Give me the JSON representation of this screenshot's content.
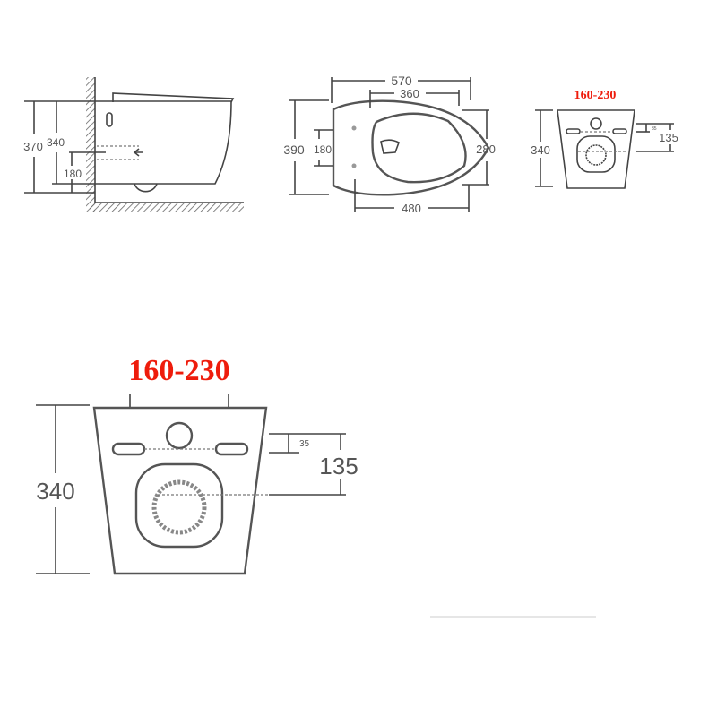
{
  "side_view": {
    "overall_height": "370",
    "bowl_height": "340",
    "outlet_height": "180"
  },
  "top_view": {
    "length": "570",
    "seat_length": "360",
    "width": "390",
    "fixing_distance": "180",
    "seat_width": "280",
    "bowl_length": "480"
  },
  "rear_view_small": {
    "fixing_range": "160-230",
    "height": "340",
    "inlet_offset": "135",
    "small_offset": "35"
  },
  "rear_view_large": {
    "fixing_range": "160-230",
    "height": "340",
    "inlet_offset": "135",
    "small_offset": "35"
  },
  "colors": {
    "highlight": "#ee1c0c",
    "line": "#444444"
  }
}
